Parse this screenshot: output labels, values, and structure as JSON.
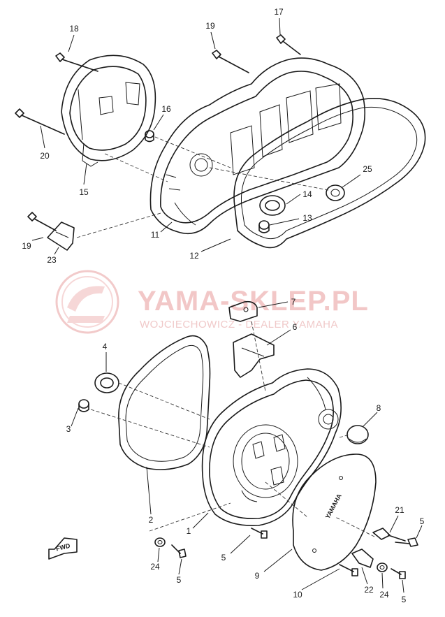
{
  "watermark": {
    "brand": "YAMA-SKLEP.PL",
    "dealer": "WOJCIECHOWICZ - DEALER YAMAHA",
    "accent_color": "#e8a0a0"
  },
  "fwd_label": "FWD",
  "cover_logo_text": "YAMAHA",
  "callouts": [
    {
      "id": "c18a",
      "label": "18"
    },
    {
      "id": "c19a",
      "label": "19"
    },
    {
      "id": "c17",
      "label": "17"
    },
    {
      "id": "c16",
      "label": "16"
    },
    {
      "id": "c20",
      "label": "20"
    },
    {
      "id": "c15",
      "label": "15"
    },
    {
      "id": "c25",
      "label": "25"
    },
    {
      "id": "c14",
      "label": "14"
    },
    {
      "id": "c13",
      "label": "13"
    },
    {
      "id": "c11",
      "label": "11"
    },
    {
      "id": "c19b",
      "label": "19"
    },
    {
      "id": "c23",
      "label": "23"
    },
    {
      "id": "c12",
      "label": "12"
    },
    {
      "id": "c7",
      "label": "7"
    },
    {
      "id": "c6",
      "label": "6"
    },
    {
      "id": "c4",
      "label": "4"
    },
    {
      "id": "c3",
      "label": "3"
    },
    {
      "id": "c8",
      "label": "8"
    },
    {
      "id": "c2",
      "label": "2"
    },
    {
      "id": "c1",
      "label": "1"
    },
    {
      "id": "c21",
      "label": "21"
    },
    {
      "id": "c5a",
      "label": "5"
    },
    {
      "id": "c24a",
      "label": "24"
    },
    {
      "id": "c5b",
      "label": "5"
    },
    {
      "id": "c5c",
      "label": "5"
    },
    {
      "id": "c9",
      "label": "9"
    },
    {
      "id": "c22",
      "label": "22"
    },
    {
      "id": "c24b",
      "label": "24"
    },
    {
      "id": "c10",
      "label": "10"
    },
    {
      "id": "c5d",
      "label": "5"
    }
  ]
}
